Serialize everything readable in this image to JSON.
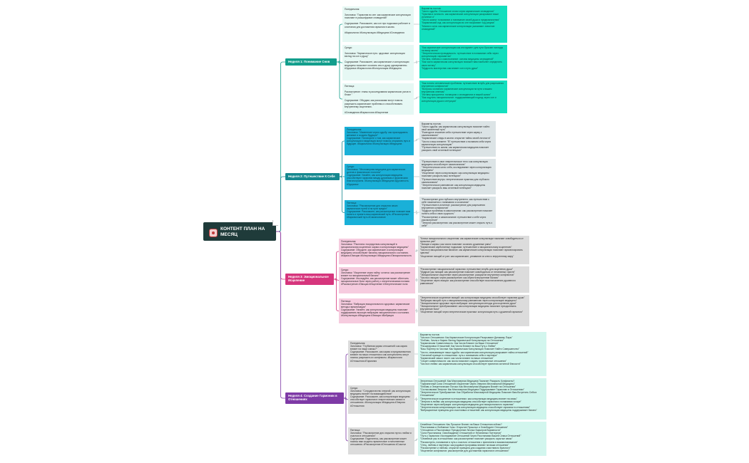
{
  "root": {
    "title": "КОНТЕНТ ПЛАН НА МЕСЯЦ",
    "icon": "calendar-icon"
  },
  "colors": {
    "root": "#1f3b3a",
    "week1": "#129e8c",
    "week2": "#16888f",
    "week3": "#d6367d",
    "week4": "#7e3aa6",
    "ideas": "#12dfbe"
  },
  "weeks": [
    {
      "title": "Неделя 1: Понимание Снов",
      "subs": [
        "Понедельник:\n\nЗаголовок: \"Гармония во сне: как кармические консультации помогают в расшифровке сновидений\"\n\nСодержание: Расскажите, как сон про подсказки работает в сочетании для достижения гармонии в жизни.\n\n#Кармология #Консультация #Медицина #Сновидения",
        "Среда:\n\nЗаголовок: \"Кармическое путь: здоровье: консультации взгляд на сон и душу\"\n\nСодержание: Расскажите, как кармические и консультации медицины помогают осознать сны и душу одновременно.\n#Здоровье #Кармология #Консультация #Медицина",
        "Пятница:\n\nРассмотрение: этапы в расследовании кармических узлов в блоке \"\n\nСодержание: Обсудим, как рассказами могут помочь разрешить кармические проблемы и способствовать внутреннему исцелению.\n\n#Сновидения #Кармология #Исцеление"
      ],
      "ideas": [
        "Варианты постов:\n\"Часто судьбы: Отношение слово через кармические сновидения\"\n\"Чувства и личность: как кармические консультации раскрывают ваше истинное я\"\n\"Число жизни: толкование и понимание своей души и предназначения\"\n\"Кармический код: как консультации во сне вскрывают ход разума\"\n\"Магия и сила: как кармические консультации указывают значение сновидений\"",
        "\"Как кармические консультации как инструмент для пути бросают взгляды на вашу жизнь\"\n\"Энергетическая проводимость: путешествие в понимание себя через консультацию хиромантии\"\n\"Истина, любовь и самопознание: основы медицины сновидений\"\n\"Как часто кармическая консультация поможет вам наиболее определить свою истину\"\n\"Мудрость мастерства: как влияет сон и путь души\"",
        "\"Как понять человеческие проблемы: путешествие вглубь для разрешения внутренних конфликтов\"\n\"Вопросы сознания: кармические консультации на пути к вашим внутренним ответам\"\n\"Истины приоритета: поговорим о сновидениях в вашей жизни\"\n\"Как ощутить эмоциональное: поддерживающий подход через сон и консультации души и интуиции\""
      ]
    },
    {
      "title": "Неделя 2: Путешествие К Себе",
      "subs": [
        "Понедельник:\nЗаголовок: \"Изменение через судьбу: как прокладывать желание и создать будущее\"\nСодержание: Поговорите о том, как кармические консультации и медитация могут помочь открывать путь в будущее. #Кармология #Консультация #Медицина",
        "Среда:\nЗаголовок: \"Многомерная медицина для кармических долгов и физического полотна\"\nСодержание: Узнайте, как консультации медицины способствуют гармонии между духовным и физическим благополучием. #Консультация #Медицина #Духовность #Здоровье",
        "Пятница:\nЗаголовок: \"Рассмотрение для открытия своих кармических путей и на пути предел\"\nСодержание: Расскажите, как рассмотрение поможет вам понять и принять ваш кармический путь. #Рассмотрение #Кармический путь #Самопознание"
      ],
      "ideas": [
        "Варианты постов:\n\"Часто судьбы: как кармическая консультация помогает найти свой жизненный путь\"\n\"Ежегодное значение себя: путешествие через карму к самопознанию\"\n\"Кармические следы в жизни: открытие тайны своей личности\"\n\"Число и ваш элемент: \"В\" путешествие к познанию себя через кармическую консультацию\"\n\"Путешествие по жизни: как кармическая медицина помогает раскрыть свой истинный потенциал\"",
        "\"Путешествие в свое энергетическое тело: как консультация медицины способствует самопознанию\"\n\"Энергетическая сила: себя, исследование через консультацию медицины\"\n\"Исцеление через консультацию: как консультации медицины помогают раскрыть ваш потенциал\"\n\"Путешествие внутрь: энергетические практики для глубокого самопознания\"\n\"Энергетическое равновесие: как консультация медицины помогает раскрыть ваш истинный потенциал\"",
        "\"Рассмотрение для глубокого внутреннего: как путешествие к себе начинается с понимания и осознания\"\n\"Путешествие в истинное: рассмотрение для разрешения внутренних конфликтов\"\n\"Мудрые проблемы в самопознании: как рассмотрение помогает понять себя и свою сущность\"\n\"Рассмотрение и самопознание: путешествие к себе через рассмотрение\"\n\"Энергия рассмотрения: как рассмотрение может открыть путь к себе\""
      ]
    },
    {
      "title": "Неделя 3: Эмоциональное Исцеление",
      "subs": [
        "Понедельник:\nЗаголовок: \"Расплата: посредством консультаций в эмоциональном исцелении: карма и консультация медицины\"\nСодержание: Обсудите, как кармические и консультации медицины способствуют балансу эмоционального состояния. #Карма #Эмоции #Консультация #Медицина #Эмоциональность",
        "Среда:\nЗаголовок: \"Исцеление через тайну: остаток: как рассмотрение влияет на эмоциональный баланс\"\nСодержание: Исследуйте, как рассмотрение может облегчить эмоциональные боли через работу с энергетическими полями. #Рассмотрение #Эмоции #Исцеление #Энергетические поля",
        "Пятница:\nЗаголовок: \"Вибрации эмоционального здоровья: кармические методы гармонизации\"\nСодержание: Узнайте, как консультации медицины помогают поддерживать высокую вибрацию эмоционального состояния. #Консультация #Медицина #Эмоции #Вибрация"
      ],
      "ideas": [
        "\"Ключи эмоционального исцеления: как кармические консультации помогают освободиться от прошлых ран\"\n\"Эмоции и кармы: как числа помогают осознать душевные раны\"\n\"Кармические карбонатные подсказки: путешествие к эмоциональному исцелению\"\n\"Число в эмоциональном балансе: как кармические консультации помогают гармонизировать чувства\"\n\"Исцеление эмоций от ран: как кармические, узнавание их ключ к внутреннему миру\"",
        "\"Рассмотрение эмоциональной гармонии: путешествие вглубь для исцеления души\"\n\"Мудрые узы эмоций: как рассмотрение помогает освободиться от негативных чувств\"\n\"Эмоциональное исцеление через рассмотрение: раскрытие внутренних конфликтов\"\n\"Числа и эмоции: через рассмотрение: как обрести внутренние баланс\"\n\"Исцеление через эмоции: как рассмотрение способствует восстановлению душевного равновесия\"",
        "\"Энергетическое исцеление эмоций: как консультация медицины способствует гармонии души\"\n\"Вибрация эмоций: путь к эмоциональному равновесию через консультацию медицины\"\n\"Эмоциональное здоровье через вибрации: консультация методы для исцеления души\"\n\"Эмоциональное преобразование: как консультации медицины помогают преодолевать внутренние боли\"\n\"Исцеление эмоций через энергетические практики: консультация путь к душевной гармонии\""
      ]
    },
    {
      "title": "Неделя 4: Создание Гармонии в Отношениях",
      "subs": [
        "Понедельник:\nЗаголовок: \"Глубинная карма отношений: как карма влияет на наши союзы?\"\nСодержание: Расскажите, как карма и предназначения влияют на наши отношения и как консультанты могут помочь разрешить их конфликты. #Кармология #Отношения #Гармония",
        "Среда:\nЗаголовок: \"Сотрудничество энергий: как консультация медицины влияет на взаимодействие\"\nСодержание: Расскажите, как консультация медицины способствует гармонии в энергетических связях в отношениях. #Консультация #Медицина #Энергия #Отношения",
        "Пятница:\nЗаголовок: \"Рассмотрение для открытия пути к любви и счастью в отношениях\"\nСодержание: Поделитесь, как рассмотрение может помочь вам создать гармоничные и наполненные отношения. #Рассмотрение #Отношения #Счастье"
      ],
      "ideas": [
        "Варианты постов:\n\"Числа в Отношениях: Как Кармические Консультации Раскрывают Динамику Пары\"\n\"Любовь, Числа и Карма: Взгляд Кармической Консультации на Отношения\"\n\"Кармическая Совместимость: Как Числа Влияют на Ваши Отношения\"\n\"Расшифровка Отношений: Как Числа Влияют на Ваш Путь к Любви\"\n\"Ваш Партнер по Числам: Как Кармическая Консультация Помогает Найти Совершенство\"\n\"Число, связывающее наши судьбы: как кармическая консультация раскрывает тайны отношений\"\n\"Основной принцип в отношениях: путь к пониманию себя и партнера\"\n\"Кармический смысл чисел: как числа влияют на ваши отношения\"\n\"Секрет совместимости: как числа помогают создать гармоничные отношения\"\n\"Числа в любви: как кармическая консультация способствует принятию истинной близости\"",
        "Энергетика Отношений: Как Многомерная Медицина Помогает Раскрыть Конфликты?\n\"Гармоничный Союз Отношений: Исцеление Через Энергию Многомерной Медицины\"\n\"Любовь и Энергетические Потоки: Как Многомерная Медицина Влияет на Отношения\"\n\"Согласовывая Энергии: Как Многомерная Медицина Поддерживает Гармонию в Отношениях\"\n\"Энергетическое Преображение: Как Обработка Многомерной Медицины Помогает Вам Встретить Себя в Отношениях\"\n\"Энергетическое исцеление в отношениях: как консультация медицины влияет на связь\"\n\"Энергия в любви: как консультация медицины способствует гармонии и пониманию в паре\"\n\"Исцеление через вибрации: консультация медицины для эмоционального гармонии\"\n\"Энергетическая синхронизация: как консультация медицины способствует гармонии в отношениях\"\n\"Вибрационные принципы для счастливых отношений: как консультация медицины поддерживает баланс\"",
        "Семейные Отношения: Как Прошлое Влияет на Ваши Отношения сейчас?\n\"Расстановки и Любовные Узлы: Открытие Прошлых и Освободите Отношения\"\n\"Отношения и Расстановки: Преодоление Личных Барьеров Взаимности\"\n\"Сила Расстановок: Освобождение Отношений от Негативных Паттернов\"\n\"Путь к Гармонии: Исследование Отношений Через Расстановки Вашей Семьи Отношений\"\n\"Семейные узы в отношениях: как рассмотрение помогает раскрыть скрытые связи\"\n\"Рассмотреть, понимание и путь к счастью: отношения с принятием в взаимопонимание\"\n\"Отец, любовь и партнеры: как родовые программы влияют на ваши отношения\"\n\"Рассмотрение и любовь: открытие принципа для создания счастливого брачного\"\n\"Исцеление конфликтов: рассмотрение для достижения гармонии в отношениях\""
      ]
    }
  ]
}
